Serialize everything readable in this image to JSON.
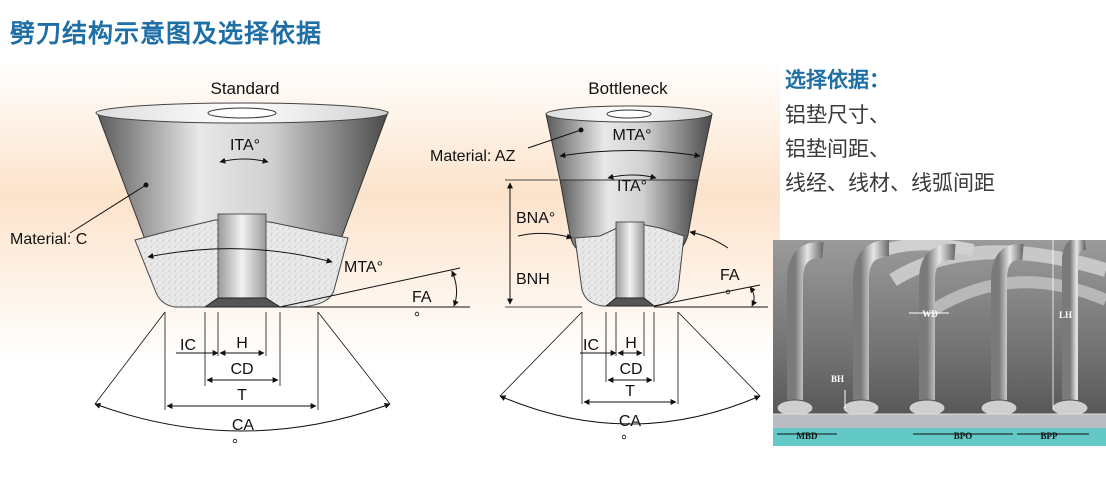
{
  "title": "劈刀结构示意图及选择依据",
  "standard": {
    "heading": "Standard",
    "ita": "ITA°",
    "material": "Material: C",
    "mta": "MTA°",
    "fa": "FA",
    "ic": "IC",
    "h": "H",
    "cd": "CD",
    "t": "T",
    "ca": "CA"
  },
  "bottleneck": {
    "heading": "Bottleneck",
    "mta": "MTA°",
    "material": "Material: AZ",
    "ita": "ITA°",
    "bna": "BNA°",
    "bnh": "BNH",
    "fa": "FA",
    "ic": "IC",
    "h": "H",
    "cd": "CD",
    "t": "T",
    "ca": "CA"
  },
  "criteria": {
    "heading": "选择依据：",
    "items": [
      "铝垫尺寸、",
      "铝垫间距、",
      "线经、线材、线弧间距"
    ]
  },
  "sem": {
    "wd": "WD",
    "lh": "LH",
    "bh": "BH",
    "mbd": "MBD",
    "bpo": "BPO",
    "bpp": "BPP"
  }
}
